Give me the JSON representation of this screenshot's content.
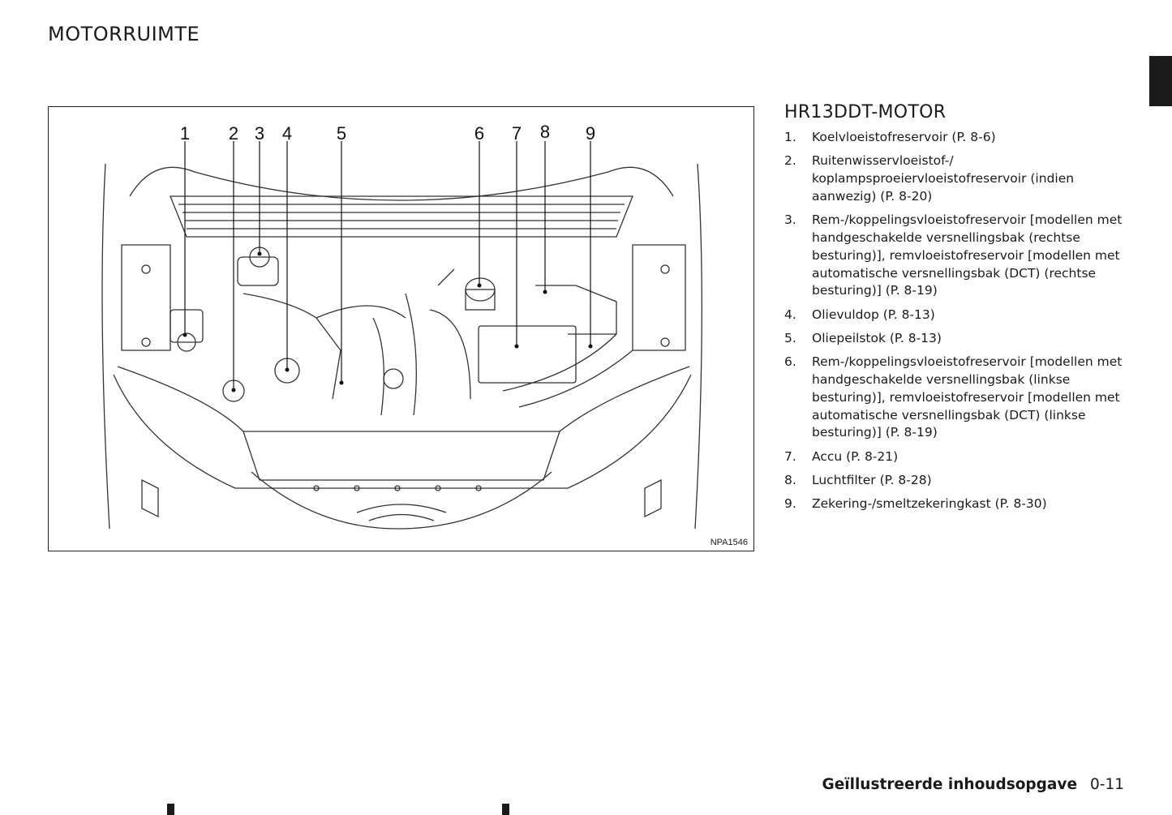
{
  "page_title": "MOTORRUIMTE",
  "figure": {
    "code": "NPA1546",
    "callouts": [
      "1",
      "2",
      "3",
      "4",
      "5",
      "6",
      "7",
      "8",
      "9"
    ]
  },
  "section": {
    "heading": "HR13DDT-MOTOR",
    "items": [
      {
        "num": "1.",
        "text": "Koelvloeistofreservoir (P. 8-6)"
      },
      {
        "num": "2.",
        "text": "Ruitenwisservloeistof-/ koplampsproeiervloeistofreservoir (indien aanwezig) (P. 8-20)"
      },
      {
        "num": "3.",
        "text": "Rem-/koppelingsvloeistofreservoir [modellen met handgeschakelde versnellingsbak (rechtse besturing)], remvloeistofreservoir [modellen met automatische versnellingsbak (DCT) (rechtse besturing)] (P. 8-19)"
      },
      {
        "num": "4.",
        "text": "Olievuldop (P. 8-13)"
      },
      {
        "num": "5.",
        "text": "Oliepeilstok (P. 8-13)"
      },
      {
        "num": "6.",
        "text": "Rem-/koppelingsvloeistofreservoir [modellen met handgeschakelde versnellingsbak (linkse besturing)], remvloeistofreservoir [modellen met automatische versnellingsbak (DCT) (linkse besturing)] (P. 8-19)"
      },
      {
        "num": "7.",
        "text": "Accu (P. 8-21)"
      },
      {
        "num": "8.",
        "text": "Luchtfilter (P. 8-28)"
      },
      {
        "num": "9.",
        "text": "Zekering-/smeltzekeringkast (P. 8-30)"
      }
    ]
  },
  "footer": {
    "section": "Geïllustreerde inhoudsopgave",
    "page": "0-11"
  }
}
